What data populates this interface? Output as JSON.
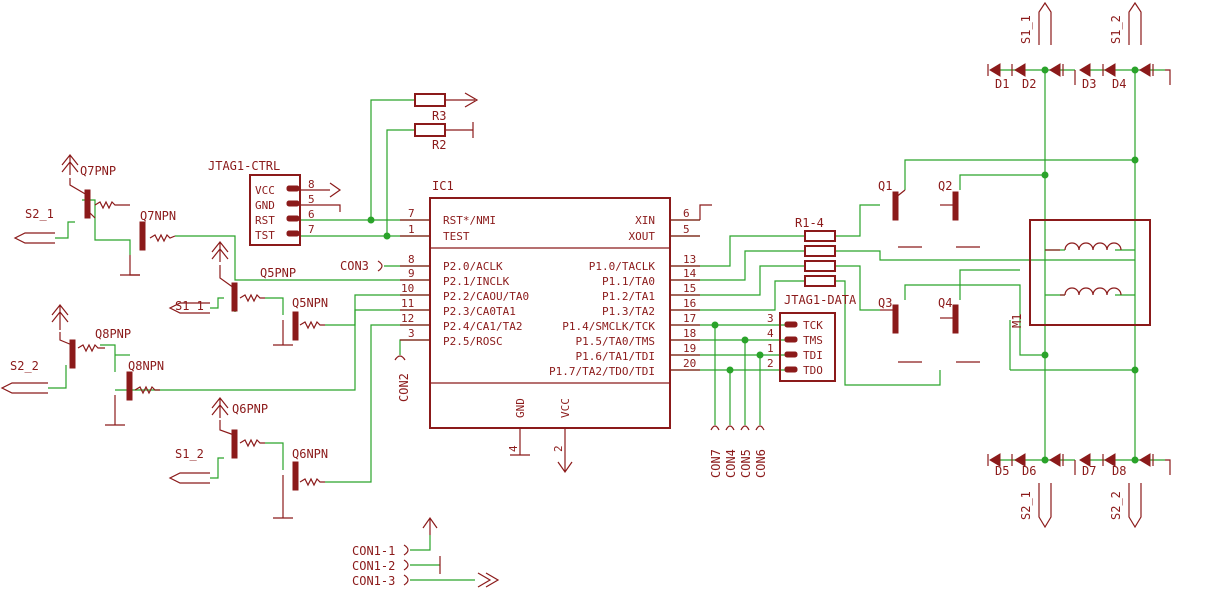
{
  "ic1": {
    "name": "IC1",
    "left_pins": [
      {
        "num": "7",
        "label": "RST*/NMI"
      },
      {
        "num": "1",
        "label": "TEST"
      },
      {
        "num": "8",
        "label": "P2.0/ACLK"
      },
      {
        "num": "9",
        "label": "P2.1/INCLK"
      },
      {
        "num": "10",
        "label": "P2.2/CAOU/TA0"
      },
      {
        "num": "11",
        "label": "P2.3/CA0TA1"
      },
      {
        "num": "12",
        "label": "P2.4/CA1/TA2"
      },
      {
        "num": "3",
        "label": "P2.5/ROSC"
      }
    ],
    "right_pins": [
      {
        "num": "6",
        "label": "XIN"
      },
      {
        "num": "5",
        "label": "XOUT"
      },
      {
        "num": "13",
        "label": "P1.0/TACLK"
      },
      {
        "num": "14",
        "label": "P1.1/TA0"
      },
      {
        "num": "15",
        "label": "P1.2/TA1"
      },
      {
        "num": "16",
        "label": "P1.3/TA2"
      },
      {
        "num": "17",
        "label": "P1.4/SMCLK/TCK"
      },
      {
        "num": "18",
        "label": "P1.5/TA0/TMS"
      },
      {
        "num": "19",
        "label": "P1.6/TA1/TDI"
      },
      {
        "num": "20",
        "label": "P1.7/TA2/TDO/TDI"
      }
    ],
    "bottom_pins": [
      {
        "num": "4",
        "label": "GND"
      },
      {
        "num": "2",
        "label": "VCC"
      }
    ]
  },
  "jtag_ctrl": {
    "name": "JTAG1-CTRL",
    "pins": [
      {
        "label": "VCC",
        "num": "8"
      },
      {
        "label": "GND",
        "num": "5"
      },
      {
        "label": "RST",
        "num": "6"
      },
      {
        "label": "TST",
        "num": "7"
      }
    ]
  },
  "jtag_data": {
    "name": "JTAG1-DATA",
    "pins": [
      {
        "label": "TCK",
        "num": "3"
      },
      {
        "label": "TMS",
        "num": "4"
      },
      {
        "label": "TDI",
        "num": "1"
      },
      {
        "label": "TDO",
        "num": "2"
      }
    ]
  },
  "resistors": {
    "r3": "R3",
    "r2": "R2",
    "r_array": "R1-4"
  },
  "transistors": {
    "q7pnp": "Q7PNP",
    "q7npn": "Q7NPN",
    "q5pnp": "Q5PNP",
    "q5npn": "Q5NPN",
    "q8pnp": "Q8PNP",
    "q8npn": "Q8NPN",
    "q6pnp": "Q6PNP",
    "q6npn": "Q6NPN",
    "q1": "Q1",
    "q2": "Q2",
    "q3": "Q3",
    "q4": "Q4"
  },
  "connectors": {
    "s2_1": "S2_1",
    "s1_1": "S1_1",
    "s2_2": "S2_2",
    "s1_2": "S1_2",
    "con3": "CON3",
    "con2": "CON2",
    "con7": "CON7",
    "con4": "CON4",
    "con5": "CON5",
    "con6": "CON6",
    "con1_1": "CON1-1",
    "con1_2": "CON1-2",
    "con1_3": "CON1-3",
    "right_s1_1": "S1_1",
    "right_s1_2": "S1_2",
    "right_s2_1": "S2_1",
    "right_s2_2": "S2_2"
  },
  "diodes": {
    "top": [
      "D1",
      "D2",
      "D3",
      "D4"
    ],
    "bottom": [
      "D5",
      "D6",
      "D7",
      "D8"
    ]
  },
  "motor": {
    "name": "M1"
  }
}
